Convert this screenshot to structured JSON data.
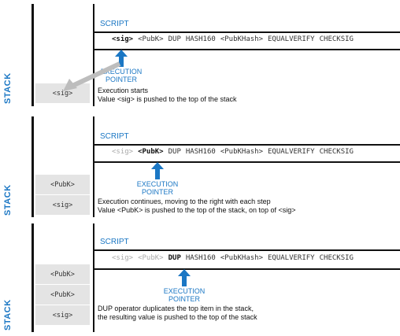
{
  "labels": {
    "stack": "STACK",
    "script": "SCRIPT",
    "pointer_line1": "EXECUTION",
    "pointer_line2": "POINTER"
  },
  "colors": {
    "accent": "#1b77c4",
    "slot": "#e4e4e4",
    "executed": "#aaaaaa"
  },
  "steps": [
    {
      "stack": [
        "<sig>"
      ],
      "script": [
        {
          "token": "<sig>",
          "state": "current"
        },
        {
          "token": "<PubK>",
          "state": "pending"
        },
        {
          "token": "DUP",
          "state": "pending"
        },
        {
          "token": "HASH160",
          "state": "pending"
        },
        {
          "token": "<PubKHash>",
          "state": "pending"
        },
        {
          "token": "EQUALVERIFY",
          "state": "pending"
        },
        {
          "token": "CHECKSIG",
          "state": "pending"
        }
      ],
      "description": [
        "Execution starts",
        "Value <sig> is pushed to the top of the stack"
      ]
    },
    {
      "stack": [
        "<PubK>",
        "<sig>"
      ],
      "script": [
        {
          "token": "<sig>",
          "state": "executed"
        },
        {
          "token": "<PubK>",
          "state": "current"
        },
        {
          "token": "DUP",
          "state": "pending"
        },
        {
          "token": "HASH160",
          "state": "pending"
        },
        {
          "token": "<PubKHash>",
          "state": "pending"
        },
        {
          "token": "EQUALVERIFY",
          "state": "pending"
        },
        {
          "token": "CHECKSIG",
          "state": "pending"
        }
      ],
      "description": [
        "Execution continues, moving to the right with each step",
        "Value <PubK> is pushed to the top of the stack, on top of <sig>"
      ]
    },
    {
      "stack": [
        "<PubK>",
        "<PubK>",
        "<sig>"
      ],
      "script": [
        {
          "token": "<sig>",
          "state": "executed"
        },
        {
          "token": "<PubK>",
          "state": "executed"
        },
        {
          "token": "DUP",
          "state": "current"
        },
        {
          "token": "HASH160",
          "state": "pending"
        },
        {
          "token": "<PubKHash>",
          "state": "pending"
        },
        {
          "token": "EQUALVERIFY",
          "state": "pending"
        },
        {
          "token": "CHECKSIG",
          "state": "pending"
        }
      ],
      "description": [
        "DUP operator duplicates the top item in the stack,",
        "the resulting value is pushed to the top of the stack"
      ]
    }
  ]
}
